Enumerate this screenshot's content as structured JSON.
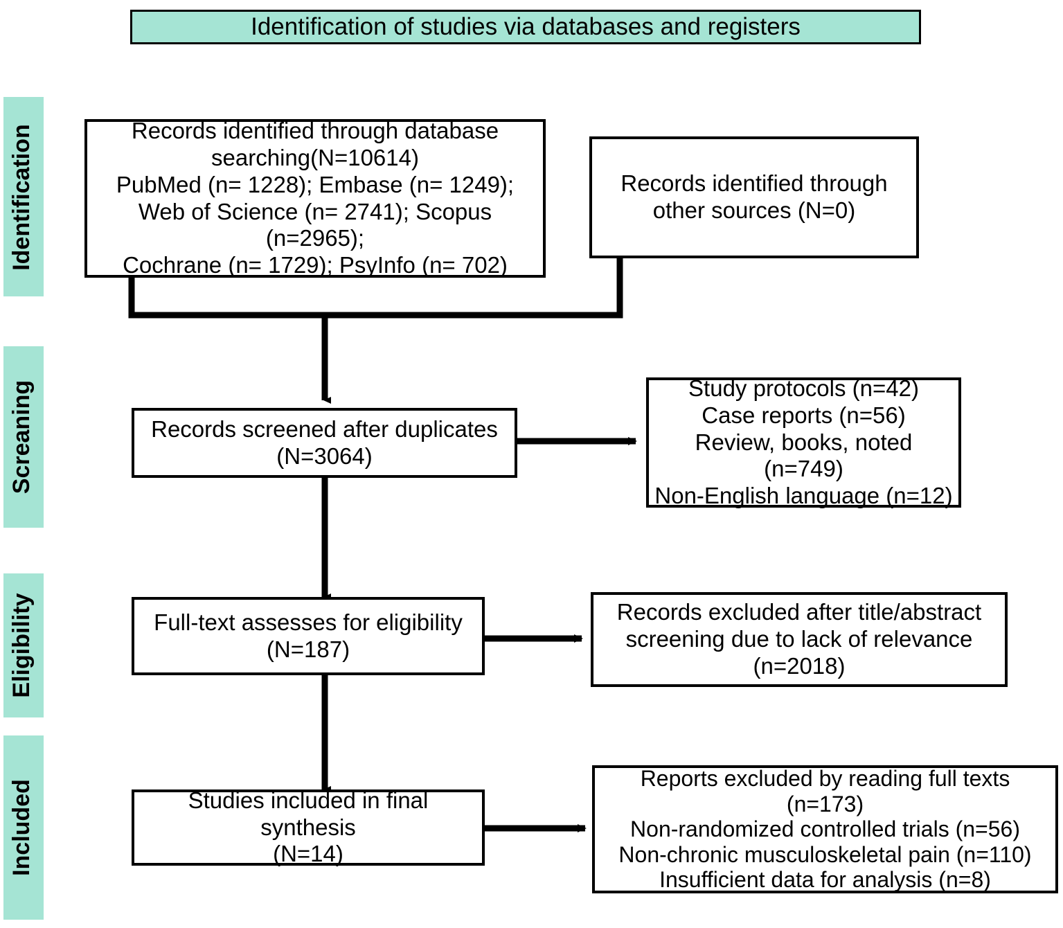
{
  "diagram": {
    "type": "prisma-flow-diagram",
    "title": "Identification of studies via databases and registers",
    "accent_color": "#A5E4D4",
    "line_color": "#000000",
    "background_color": "#FFFFFF"
  },
  "stages": [
    {
      "id": "identification",
      "label": "Identification"
    },
    {
      "id": "screening",
      "label": "Screaning"
    },
    {
      "id": "eligibility",
      "label": "Eligibility"
    },
    {
      "id": "included",
      "label": "Included"
    }
  ],
  "nodes": {
    "database_records": {
      "text": "Records identified through database\nsearching(N=10614)\nPubMed (n= 1228); Embase (n= 1249);\nWeb of Science (n= 2741); Scopus (n=2965);\nCochrane (n= 1729); PsyInfo (n= 702)",
      "total": 10614,
      "sources": [
        {
          "name": "PubMed",
          "n": 1228
        },
        {
          "name": "Embase",
          "n": 1249
        },
        {
          "name": "Web of Science",
          "n": 2741
        },
        {
          "name": "Scopus",
          "n": 2965
        },
        {
          "name": "Cochrane",
          "n": 1729
        },
        {
          "name": "PsyInfo",
          "n": 702
        }
      ]
    },
    "other_sources": {
      "text": "Records identified through\nother sources (N=0)",
      "total": 0
    },
    "screened": {
      "text": "Records screened after duplicates\n(N=3064)",
      "total": 3064
    },
    "screening_exclusions": {
      "text": "Study protocols (n=42)\nCase reports (n=56)\nReview, books, noted (n=749)\nNon-English language (n=12)",
      "reasons": [
        {
          "reason": "Study protocols",
          "n": 42
        },
        {
          "reason": "Case reports",
          "n": 56
        },
        {
          "reason": "Review, books, noted",
          "n": 749
        },
        {
          "reason": "Non-English language",
          "n": 12
        }
      ]
    },
    "fulltext": {
      "text": "Full-text assesses for eligibility\n(N=187)",
      "total": 187
    },
    "titleabstract_exclusions": {
      "text": "Records excluded after title/abstract\nscreening due to lack of relevance\n(n=2018)",
      "n": 2018
    },
    "included": {
      "text": "Studies included in final synthesis\n(N=14)",
      "total": 14
    },
    "fulltext_exclusions": {
      "text": "Reports excluded by reading full texts (n=173)\nNon-randomized controlled trials (n=56)\nNon-chronic musculoskeletal pain (n=110)\nInsufficient data for analysis (n=8)",
      "reasons": [
        {
          "reason": "Reports excluded by reading full texts",
          "n": 173
        },
        {
          "reason": "Non-randomized controlled trials",
          "n": 56
        },
        {
          "reason": "Non-chronic musculoskeletal pain",
          "n": 110
        },
        {
          "reason": "Insufficient data for analysis",
          "n": 8
        }
      ]
    }
  }
}
